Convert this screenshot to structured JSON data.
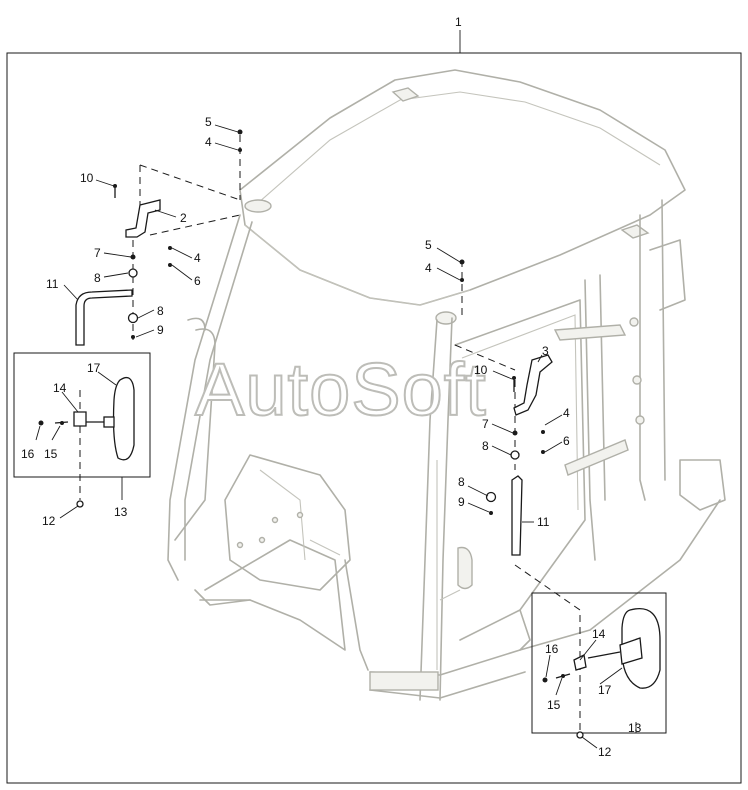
{
  "watermark": "AutoSoft",
  "callouts": {
    "c1": "1",
    "l_10": "10",
    "l_2": "2",
    "l_7": "7",
    "l_4a": "4",
    "l_8a": "8",
    "l_6": "6",
    "l_11": "11",
    "l_8b": "8",
    "l_9": "9",
    "l_5": "5",
    "l_4": "4",
    "l_17": "17",
    "l_14": "14",
    "l_16": "16",
    "l_15": "15",
    "l_12": "12",
    "l_13": "13",
    "r_5": "5",
    "r_4": "4",
    "r_3": "3",
    "r_10": "10",
    "r_4a": "4",
    "r_7": "7",
    "r_6": "6",
    "r_8a": "8",
    "r_8b": "8",
    "r_9": "9",
    "r_11": "11",
    "r_14": "14",
    "r_16": "16",
    "r_15": "15",
    "r_17": "17",
    "r_13": "13",
    "r_12": "12"
  }
}
